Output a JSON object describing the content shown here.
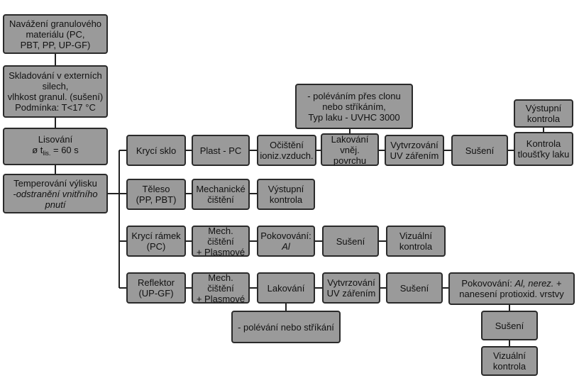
{
  "colors": {
    "box_fill": "#9a9a9a",
    "box_border": "#2a2a2a",
    "line": "#222222"
  },
  "left_column": {
    "navazeni": "Navážení granulového\nmateriálu (PC,\nPBT, PP, UP-GF)",
    "skladovani": "Skladování v externích\nsilech,\nvlhkost granul. (sušení)\nPodmínka: T<17 °C",
    "lisovani_line1": "Lisování",
    "lisovani_prefix": "ø t",
    "lisovani_sub": "lis.",
    "lisovani_suffix": " = 60 s",
    "temperovani_line1": "Temperování výlisku",
    "temperovani_line2": "-odstranění vnitřního\npnutí"
  },
  "row_kryci_sklo": {
    "part": "Krycí sklo",
    "material": "Plast - PC",
    "cisteni": "Očištění\nioniz.vzduch.",
    "lakovani": "Lakování\nvněj. povrchu",
    "vytvrzovani": "Vytvrzování\nUV zářením",
    "suseni": "Sušení",
    "kontrola": "Kontrola\ntloušťky laku",
    "note": "- poléváním přes clonu\nnebo stříkáním,\nTyp laku - UVHC 3000",
    "vystupni": "Výstupní\nkontrola"
  },
  "row_teleso": {
    "part": "Těleso\n(PP, PBT)",
    "cisteni": "Mechanické\nčištění",
    "vystupni": "Výstupní\nkontrola"
  },
  "row_kryci_ramek": {
    "part": "Krycí rámek\n(PC)",
    "cisteni": "Mech. čištění\n+ Plasmové",
    "pokovovani_label": "Pokovování:",
    "pokovovani_value": "Al",
    "suseni": "Sušení",
    "vizualni": "Vizuální\nkontrola"
  },
  "row_reflektor": {
    "part": "Reflektor\n(UP-GF)",
    "cisteni": "Mech. čištění\n+ Plasmové",
    "lakovani": "Lakování",
    "vytvrzovani": "Vytvrzování\nUV zářením",
    "suseni": "Sušení",
    "pokovovani_label": "Pokovování: ",
    "pokovovani_italic": "Al, nerez.",
    "pokovovani_rest": " +\nnanesení protioxid. vrstvy",
    "note": "- polévání nebo stříkání",
    "suseni2": "Sušení",
    "vizualni": "Vizuální\nkontrola"
  }
}
